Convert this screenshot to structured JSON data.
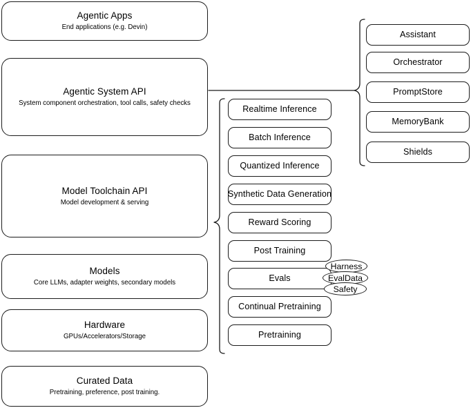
{
  "diagram": {
    "title": "AI stack layered architecture",
    "background_color": "#ffffff",
    "stroke_color": "#1a1a1a"
  },
  "layers": [
    {
      "name": "agentic-apps",
      "title": "Agentic Apps",
      "subtitle": "End applications (e.g. Devin)"
    },
    {
      "name": "agentic-system-api",
      "title": "Agentic System API",
      "subtitle": "System component orchestration, tool calls, safety checks"
    },
    {
      "name": "model-toolchain-api",
      "title": "Model Toolchain API",
      "subtitle": "Model development & serving"
    },
    {
      "name": "models",
      "title": "Models",
      "subtitle": "Core LLMs, adapter weights, secondary models"
    },
    {
      "name": "hardware",
      "title": "Hardware",
      "subtitle": "GPUs/Accelerators/Storage"
    },
    {
      "name": "curated-data",
      "title": "Curated Data",
      "subtitle": "Pretraining, preference, post training."
    }
  ],
  "toolchain_components": [
    {
      "name": "realtime-inference",
      "title": "Realtime Inference"
    },
    {
      "name": "batch-inference",
      "title": "Batch Inference"
    },
    {
      "name": "quantized-inference",
      "title": "Quantized Inference"
    },
    {
      "name": "synthetic-data-generation",
      "title": "Synthetic Data Generation"
    },
    {
      "name": "reward-scoring",
      "title": "Reward Scoring"
    },
    {
      "name": "post-training",
      "title": "Post Training"
    },
    {
      "name": "evals",
      "title": "Evals"
    },
    {
      "name": "continual-pretraining",
      "title": "Continual Pretraining"
    },
    {
      "name": "pretraining",
      "title": "Pretraining"
    }
  ],
  "evals_tags": [
    {
      "name": "harness",
      "title": "Harness"
    },
    {
      "name": "evaldata",
      "title": "EvalData"
    },
    {
      "name": "safety",
      "title": "Safety"
    }
  ],
  "agentic_components": [
    {
      "name": "assistant",
      "title": "Assistant"
    },
    {
      "name": "orchestrator",
      "title": "Orchestrator"
    },
    {
      "name": "promptstore",
      "title": "PromptStore"
    },
    {
      "name": "memorybank",
      "title": "MemoryBank"
    },
    {
      "name": "shields",
      "title": "Shields"
    }
  ]
}
